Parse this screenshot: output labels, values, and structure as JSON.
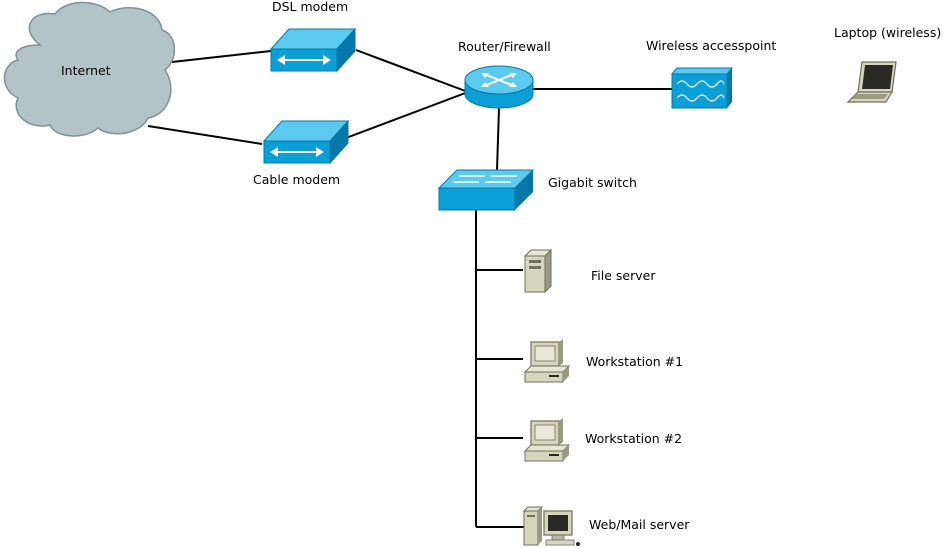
{
  "labels": {
    "internet": "Internet",
    "dsl_modem": "DSL modem",
    "cable_modem": "Cable modem",
    "router": "Router/Firewall",
    "wireless_ap": "Wireless accesspoint",
    "laptop": "Laptop (wireless)",
    "switch": "Gigabit switch",
    "file_server": "File server",
    "workstation_1": "Workstation #1",
    "workstation_2": "Workstation #2",
    "webmail_server": "Web/Mail server"
  },
  "colors": {
    "device_blue": "#0a9fd6",
    "device_blue_top": "#5cc9ef",
    "device_blue_dark": "#0577a8",
    "cloud_fill": "#b3c4c8",
    "cloud_stroke": "#7e9196",
    "computer_beige": "#d6d6bf",
    "computer_dark": "#6f6f5c",
    "link_line": "#000000"
  },
  "icons": [
    "cloud-icon",
    "modem-icon",
    "router-icon",
    "access-point-icon",
    "laptop-icon",
    "switch-icon",
    "server-icon",
    "workstation-icon"
  ]
}
